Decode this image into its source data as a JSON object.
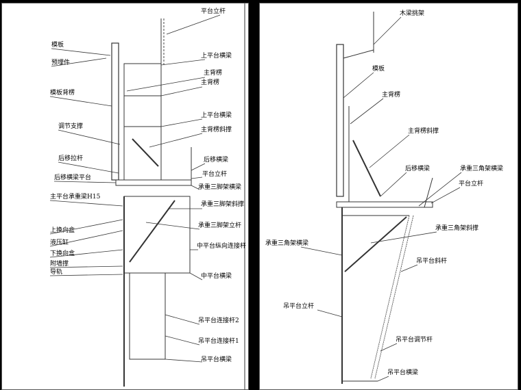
{
  "left_labels": [
    "平台立杆",
    "模板",
    "预埋件",
    "上平台横梁",
    "主背楞",
    "主背楞",
    "模板背楞",
    "上平台横梁",
    "调节支撑",
    "主背楞斜撑",
    "后移拉杆",
    "后移横梁",
    "后移横梁平台",
    "平台立杆",
    "承重三脚架横梁",
    "主平台承重梁H15",
    "承重三脚架斜撑",
    "上换向盒",
    "承重三脚架立杆",
    "液压缸",
    "下换向盒",
    "中平台纵向连接杆",
    "附墙撑",
    "导轨",
    "中平台横梁",
    "吊平台连接杆2",
    "吊平台连接杆1",
    "吊平台横梁"
  ],
  "right_labels": [
    "木梁挑架",
    "模板",
    "主背楞",
    "主背楞斜撑",
    "后移横梁",
    "承重三角架横梁",
    "平台立杆",
    "承重三角架斜撑",
    "承重三角架横梁",
    "吊平台斜杆",
    "吊平台立杆",
    "吊平台调节杆",
    "吊平台横梁"
  ]
}
